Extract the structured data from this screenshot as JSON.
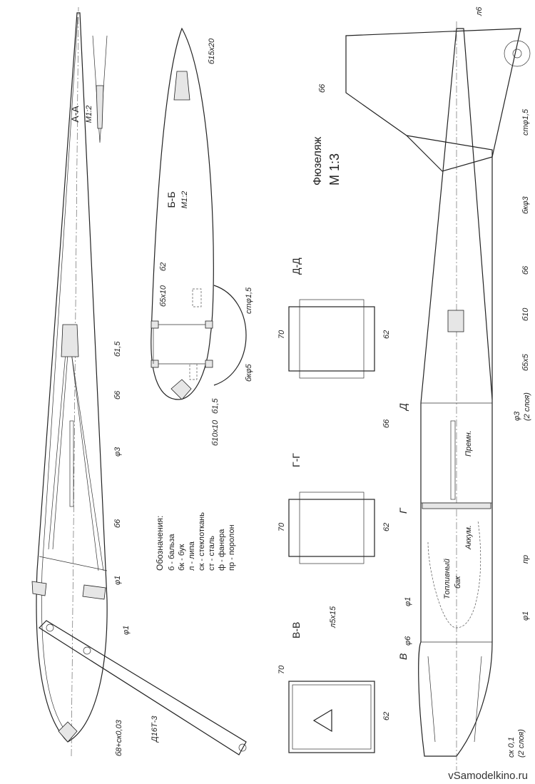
{
  "wing_section": {
    "title": "А-А",
    "scale": "М1:2"
  },
  "rib_section": {
    "title": "Б-Б",
    "scale": "М1:2"
  },
  "rib_labels": {
    "b15x20": "б15х20",
    "b2": "б2",
    "b5x10": "б5х10",
    "st15": "стφ1,5",
    "bk5": "бкφ5",
    "b15": "б1,5",
    "b10x10": "б10х10"
  },
  "wing_labels": {
    "b15": "б1,5",
    "b6a": "б6",
    "f3": "φ3",
    "b6b": "б6",
    "f1a": "φ1",
    "f1b": "φ1",
    "b8": "б8+ск0,03",
    "d16": "Д16Т-3"
  },
  "legend": {
    "title": "Обозначения:",
    "items": [
      "б - бальза",
      "бк - бук",
      "л - липа",
      "ск - стеклоткань",
      "ст - сталь",
      "ф - фанера",
      "пр - поролон"
    ]
  },
  "sections": [
    {
      "title": "В-В",
      "height": "70",
      "width": "62"
    },
    {
      "title": "Г-Г",
      "height": "70",
      "width": "62",
      "label": "л5х15"
    },
    {
      "title": "Д-Д",
      "height": "70",
      "width": "62",
      "label": "б6"
    }
  ],
  "fuselage": {
    "title": "Фюзеляж",
    "scale": "М 1:3",
    "labels": {
      "l6": "л6",
      "b6top": "б6",
      "st15": "стφ1,5",
      "bk3": "бкφ3",
      "b6": "б6",
      "b10": "б10",
      "b5x5": "б5х5",
      "D": "Д",
      "f3": "φ3",
      "f3note": "(2 слоя)",
      "receiver": "Премн.",
      "battery": "Аккум.",
      "G": "Г",
      "tank1": "Топливный",
      "tank2": "бак",
      "pr": "пр",
      "f1a": "φ1",
      "f1b": "φ1",
      "f6": "φ6",
      "V": "В",
      "sk": "ск 0,1",
      "sknote": "(2 слоя)"
    }
  },
  "watermark": "vSamodelkino.ru"
}
